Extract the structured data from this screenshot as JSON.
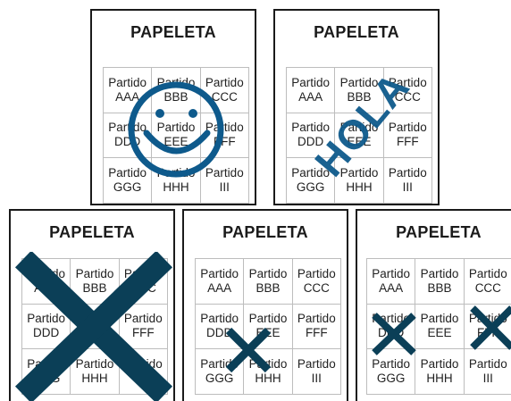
{
  "title": "PAPELETA",
  "parties": [
    "Partido\nAAA",
    "Partido\nBBB",
    "Partido\nCCC",
    "Partido\nDDD",
    "Partido\nEEE",
    "Partido\nFFF",
    "Partido\nGGG",
    "Partido\nHHH",
    "Partido\nIII"
  ],
  "ballots": [
    {
      "id": "ballot-1",
      "mark": "smiley-face",
      "mark_color": "#0e5a8c"
    },
    {
      "id": "ballot-2",
      "mark": "handwritten-text",
      "mark_text": "HOLA",
      "mark_color": "#0e5a8c"
    },
    {
      "id": "ballot-3",
      "mark": "large-x-over-whole-ballot",
      "mark_color": "#0b3f57"
    },
    {
      "id": "ballot-4",
      "mark": "x-between-cells",
      "mark_color": "#0b3f57"
    },
    {
      "id": "ballot-5",
      "mark": "two-x-marks",
      "mark_color": "#0b3f57"
    }
  ],
  "colors": {
    "border": "#1a1a1a",
    "grid_line": "#bdbdbd",
    "blue_ink": "#0e5a8c",
    "dark_ink": "#0b3f57"
  }
}
